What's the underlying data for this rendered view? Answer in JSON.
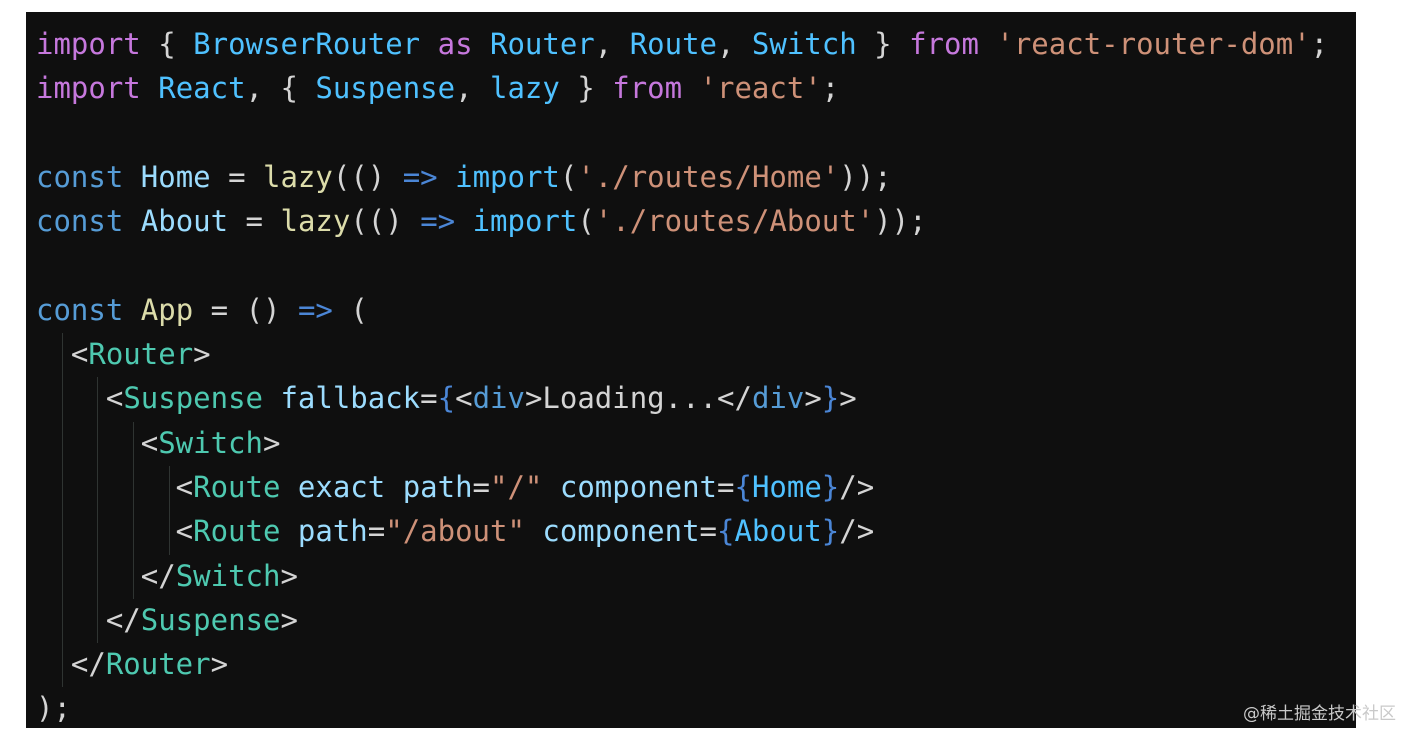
{
  "code": {
    "lines": [
      [
        {
          "t": "import",
          "c": "kw"
        },
        {
          "t": " { ",
          "c": "pu"
        },
        {
          "t": "BrowserRouter",
          "c": "va"
        },
        {
          "t": " ",
          "c": "pu"
        },
        {
          "t": "as",
          "c": "kw"
        },
        {
          "t": " ",
          "c": "pu"
        },
        {
          "t": "Router",
          "c": "va"
        },
        {
          "t": ", ",
          "c": "pu"
        },
        {
          "t": "Route",
          "c": "va"
        },
        {
          "t": ", ",
          "c": "pu"
        },
        {
          "t": "Switch",
          "c": "va"
        },
        {
          "t": " } ",
          "c": "pu"
        },
        {
          "t": "from",
          "c": "kw"
        },
        {
          "t": " ",
          "c": "pu"
        },
        {
          "t": "'react-router-dom'",
          "c": "st"
        },
        {
          "t": ";",
          "c": "pu"
        }
      ],
      [
        {
          "t": "import",
          "c": "kw"
        },
        {
          "t": " ",
          "c": "pu"
        },
        {
          "t": "React",
          "c": "va"
        },
        {
          "t": ", { ",
          "c": "pu"
        },
        {
          "t": "Suspense",
          "c": "va"
        },
        {
          "t": ", ",
          "c": "pu"
        },
        {
          "t": "lazy",
          "c": "va"
        },
        {
          "t": " } ",
          "c": "pu"
        },
        {
          "t": "from",
          "c": "kw"
        },
        {
          "t": " ",
          "c": "pu"
        },
        {
          "t": "'react'",
          "c": "st"
        },
        {
          "t": ";",
          "c": "pu"
        }
      ],
      [],
      [
        {
          "t": "const",
          "c": "ty"
        },
        {
          "t": " ",
          "c": "pu"
        },
        {
          "t": "Home",
          "c": "at"
        },
        {
          "t": " = ",
          "c": "pu"
        },
        {
          "t": "lazy",
          "c": "fn"
        },
        {
          "t": "(",
          "c": "pu"
        },
        {
          "t": "()",
          "c": "pu"
        },
        {
          "t": " ",
          "c": "pu"
        },
        {
          "t": "=>",
          "c": "ar"
        },
        {
          "t": " ",
          "c": "pu"
        },
        {
          "t": "import",
          "c": "va"
        },
        {
          "t": "(",
          "c": "pu"
        },
        {
          "t": "'./routes/Home'",
          "c": "st"
        },
        {
          "t": "));",
          "c": "pu"
        }
      ],
      [
        {
          "t": "const",
          "c": "ty"
        },
        {
          "t": " ",
          "c": "pu"
        },
        {
          "t": "About",
          "c": "at"
        },
        {
          "t": " = ",
          "c": "pu"
        },
        {
          "t": "lazy",
          "c": "fn"
        },
        {
          "t": "(",
          "c": "pu"
        },
        {
          "t": "()",
          "c": "pu"
        },
        {
          "t": " ",
          "c": "pu"
        },
        {
          "t": "=>",
          "c": "ar"
        },
        {
          "t": " ",
          "c": "pu"
        },
        {
          "t": "import",
          "c": "va"
        },
        {
          "t": "(",
          "c": "pu"
        },
        {
          "t": "'./routes/About'",
          "c": "st"
        },
        {
          "t": "));",
          "c": "pu"
        }
      ],
      [],
      [
        {
          "t": "const",
          "c": "ty"
        },
        {
          "t": " ",
          "c": "pu"
        },
        {
          "t": "App",
          "c": "fn"
        },
        {
          "t": " = ",
          "c": "pu"
        },
        {
          "t": "()",
          "c": "pu"
        },
        {
          "t": " ",
          "c": "pu"
        },
        {
          "t": "=>",
          "c": "ar"
        },
        {
          "t": " (",
          "c": "pu"
        }
      ],
      [
        {
          "t": "  <",
          "c": "pu"
        },
        {
          "t": "Router",
          "c": "tg"
        },
        {
          "t": ">",
          "c": "pu"
        }
      ],
      [
        {
          "t": "    <",
          "c": "pu"
        },
        {
          "t": "Suspense",
          "c": "tg"
        },
        {
          "t": " ",
          "c": "pu"
        },
        {
          "t": "fallback",
          "c": "at"
        },
        {
          "t": "=",
          "c": "pu"
        },
        {
          "t": "{",
          "c": "ar"
        },
        {
          "t": "<",
          "c": "pu"
        },
        {
          "t": "div",
          "c": "ty"
        },
        {
          "t": ">Loading...</",
          "c": "pu"
        },
        {
          "t": "div",
          "c": "ty"
        },
        {
          "t": ">",
          "c": "pu"
        },
        {
          "t": "}",
          "c": "ar"
        },
        {
          "t": ">",
          "c": "pu"
        }
      ],
      [
        {
          "t": "      <",
          "c": "pu"
        },
        {
          "t": "Switch",
          "c": "tg"
        },
        {
          "t": ">",
          "c": "pu"
        }
      ],
      [
        {
          "t": "        <",
          "c": "pu"
        },
        {
          "t": "Route",
          "c": "tg"
        },
        {
          "t": " ",
          "c": "pu"
        },
        {
          "t": "exact",
          "c": "at"
        },
        {
          "t": " ",
          "c": "pu"
        },
        {
          "t": "path",
          "c": "at"
        },
        {
          "t": "=",
          "c": "pu"
        },
        {
          "t": "\"/\"",
          "c": "st"
        },
        {
          "t": " ",
          "c": "pu"
        },
        {
          "t": "component",
          "c": "at"
        },
        {
          "t": "=",
          "c": "pu"
        },
        {
          "t": "{",
          "c": "ar"
        },
        {
          "t": "Home",
          "c": "va"
        },
        {
          "t": "}",
          "c": "ar"
        },
        {
          "t": "/>",
          "c": "pu"
        }
      ],
      [
        {
          "t": "        <",
          "c": "pu"
        },
        {
          "t": "Route",
          "c": "tg"
        },
        {
          "t": " ",
          "c": "pu"
        },
        {
          "t": "path",
          "c": "at"
        },
        {
          "t": "=",
          "c": "pu"
        },
        {
          "t": "\"/about\"",
          "c": "st"
        },
        {
          "t": " ",
          "c": "pu"
        },
        {
          "t": "component",
          "c": "at"
        },
        {
          "t": "=",
          "c": "pu"
        },
        {
          "t": "{",
          "c": "ar"
        },
        {
          "t": "About",
          "c": "va"
        },
        {
          "t": "}",
          "c": "ar"
        },
        {
          "t": "/>",
          "c": "pu"
        }
      ],
      [
        {
          "t": "      </",
          "c": "pu"
        },
        {
          "t": "Switch",
          "c": "tg"
        },
        {
          "t": ">",
          "c": "pu"
        }
      ],
      [
        {
          "t": "    </",
          "c": "pu"
        },
        {
          "t": "Suspense",
          "c": "tg"
        },
        {
          "t": ">",
          "c": "pu"
        }
      ],
      [
        {
          "t": "  </",
          "c": "pu"
        },
        {
          "t": "Router",
          "c": "tg"
        },
        {
          "t": ">",
          "c": "pu"
        }
      ],
      [
        {
          "t": ");",
          "c": "pu"
        }
      ]
    ]
  },
  "watermark": {
    "text": "@稀土掘金技术社区"
  }
}
